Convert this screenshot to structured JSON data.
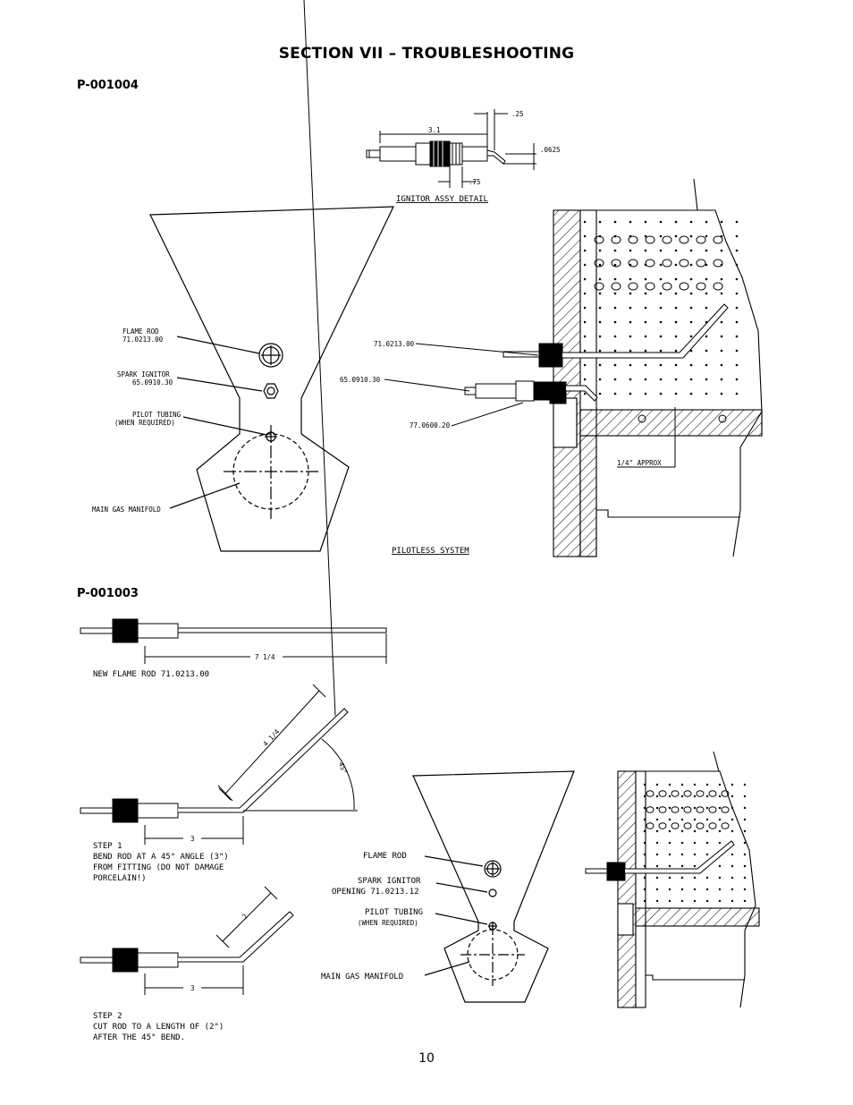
{
  "section_title": "SECTION VII – TROUBLESHOOTING",
  "page_number": "10",
  "diagram_a": {
    "part_number": "P-001004",
    "ignitor_detail": {
      "title": "IGNITOR ASSY DETAIL",
      "dim_length": "3.1",
      "dim_tip": ".25",
      "dim_offset": ".0625",
      "dim_base": ".75"
    },
    "labels": {
      "flame_rod": "FLAME ROD",
      "flame_rod_part": "71.0213.00",
      "spark_ignitor": "SPARK IGNITOR",
      "spark_ignitor_part": "65.0910.30",
      "pilot_tubing": "PILOT TUBING",
      "when_required": "(WHEN REQUIRED)",
      "main_gas_manifold": "MAIN GAS MANIFOLD"
    },
    "pilotless": {
      "title": "PILOTLESS SYSTEM",
      "part_1": "71.0213.00",
      "part_2": "65.0910.30",
      "part_3": "77.0600.20",
      "gap_note": "1/4\" APPROX"
    }
  },
  "diagram_b": {
    "part_number": "P-001003",
    "new_rod": {
      "label": "NEW FLAME ROD 71.0213.00",
      "dim": "7 1/4"
    },
    "step1": {
      "dim_arm": "4 1/4",
      "angle": "45°",
      "dim_base": "3",
      "line1": "STEP 1",
      "line2": "BEND ROD AT A 45° ANGLE (3\")",
      "line3": "FROM FITTING (DO NOT DAMAGE",
      "line4": "PORCELAIN!)"
    },
    "step2": {
      "dim_arm": "2",
      "dim_base": "3",
      "line1": "STEP 2",
      "line2": "CUT ROD TO A LENGTH OF (2\")",
      "line3": "AFTER THE 45° BEND."
    },
    "labels": {
      "flame_rod": "FLAME ROD",
      "spark_ignitor": "SPARK IGNITOR",
      "spark_opening": "OPENING 71.0213.12",
      "pilot_tubing": "PILOT TUBING",
      "when_required": "(WHEN REQUIRED)",
      "main_gas_manifold": "MAIN GAS MANIFOLD"
    }
  }
}
